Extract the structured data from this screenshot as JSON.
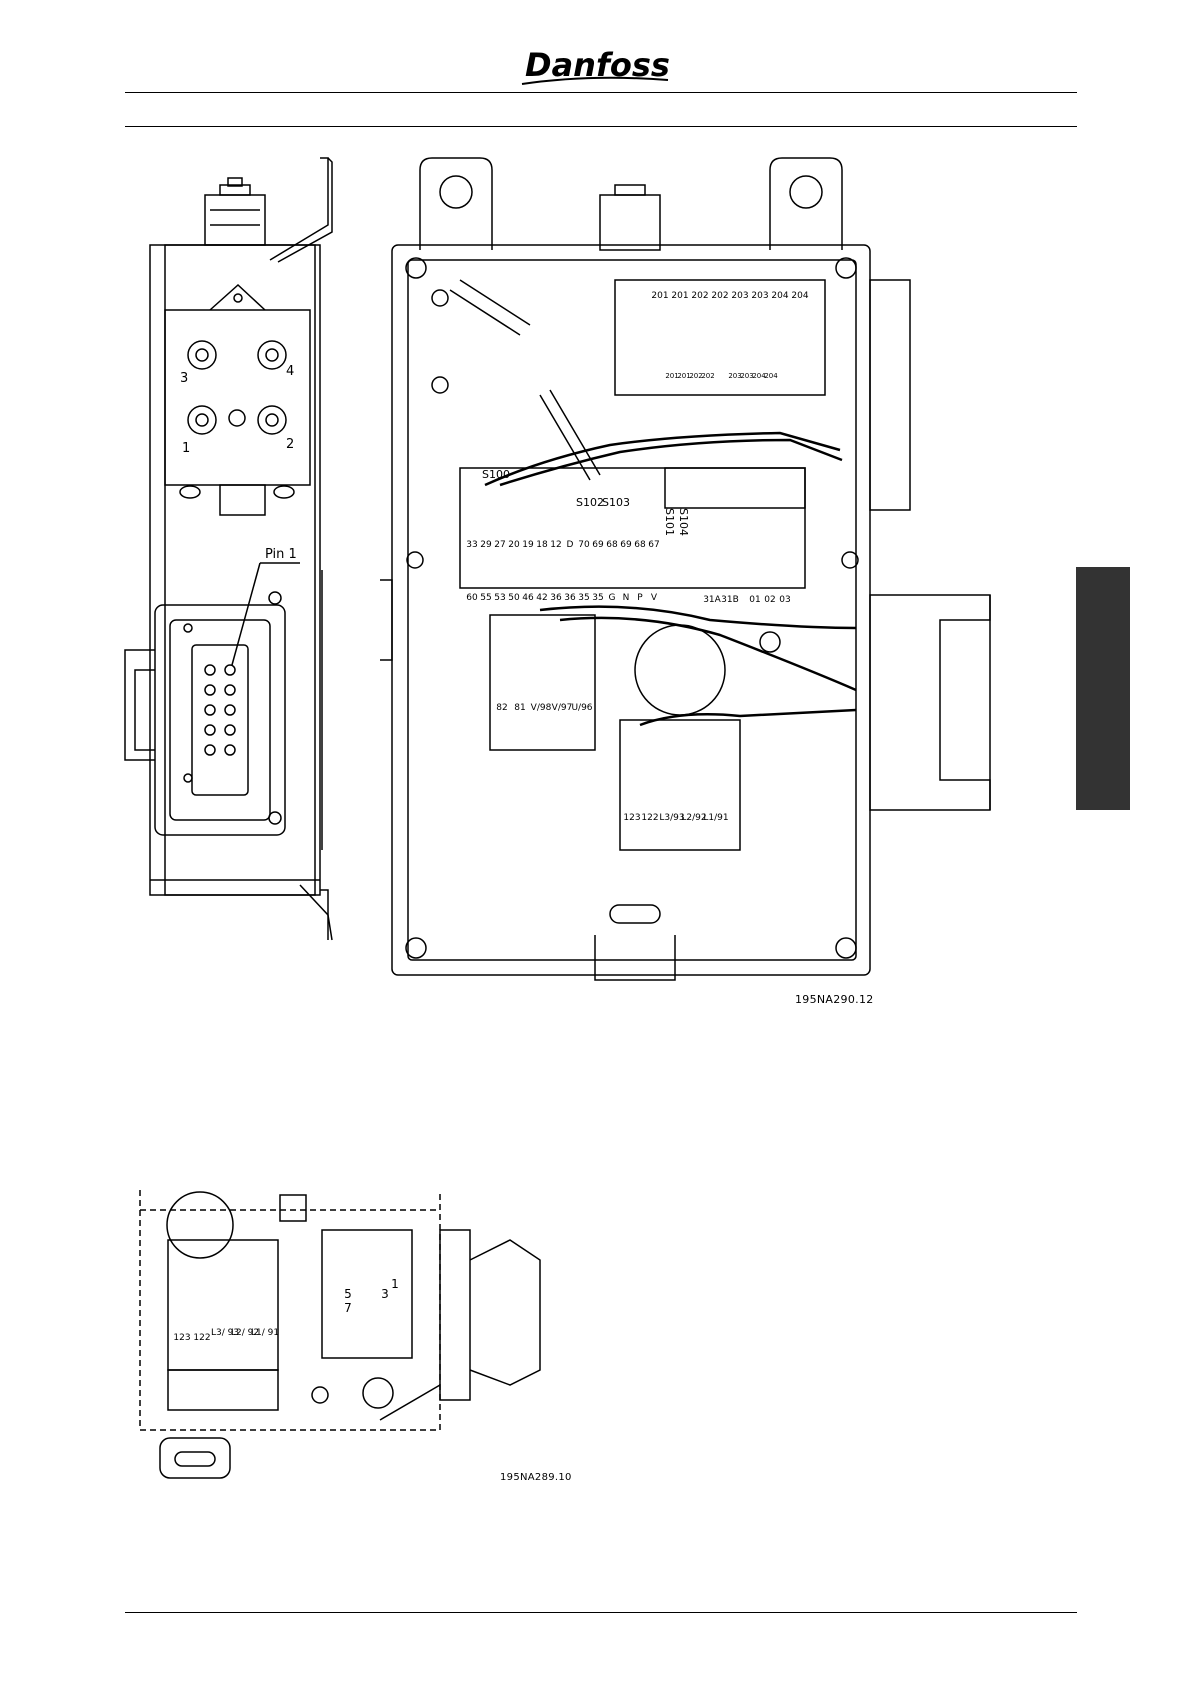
{
  "brand": {
    "logo_text": "Danfoss"
  },
  "main_figure": {
    "reference": "195NA290.12",
    "side_view": {
      "pin_label": "Pin 1",
      "connector_numbers": [
        "3",
        "4",
        "1",
        "2"
      ]
    },
    "switch_labels": [
      "S100",
      "S102",
      "S103",
      "S104",
      "S101"
    ],
    "relay_terminals_top": [
      "201",
      "201",
      "202",
      "202",
      "203",
      "203",
      "204",
      "204"
    ],
    "relay_terminals_bottom": [
      "201",
      "201",
      "202",
      "202",
      "203",
      "203",
      "204",
      "204"
    ],
    "control_terminals_row1": [
      "33",
      "29",
      "27",
      "20",
      "19",
      "18",
      "12",
      "D",
      "70",
      "69",
      "68",
      "69",
      "68",
      "67"
    ],
    "control_terminals_row2": [
      "60",
      "55",
      "53",
      "50",
      "46",
      "42",
      "36",
      "36",
      "35",
      "35",
      "G",
      "N",
      "P",
      "V"
    ],
    "brake_terminals": [
      "31A",
      "31B"
    ],
    "relay_terminals": [
      "01",
      "02",
      "03"
    ],
    "motor_terminals": [
      "82",
      "81",
      "V/98",
      "V/97",
      "U/96"
    ],
    "mains_terminals": [
      "123",
      "122",
      "L3/93",
      "L2/92",
      "L1/91"
    ]
  },
  "detail_figure": {
    "reference": "195NA289.10",
    "mains_terminals": [
      "123",
      "122",
      "L3/\n93",
      "L2/\n92",
      "L1/\n91"
    ],
    "switch_numbers": [
      "5",
      "3",
      "1",
      "7"
    ]
  }
}
